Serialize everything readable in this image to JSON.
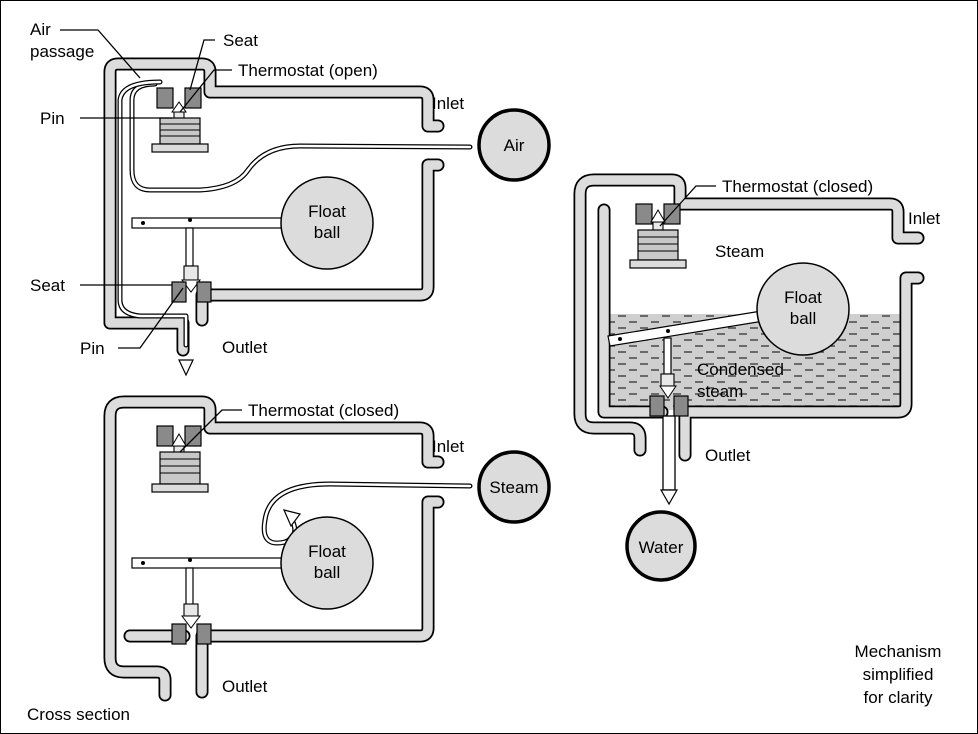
{
  "figure": {
    "caption_left": "Cross section",
    "note": [
      "Mechanism",
      "simplified",
      "for clarity"
    ]
  },
  "top_diagram": {
    "air_passage": [
      "Air",
      "passage"
    ],
    "seat_top": "Seat",
    "thermostat": "Thermostat (open)",
    "pin_top": "Pin",
    "inlet": "Inlet",
    "badge": "Air",
    "float": [
      "Float",
      "ball"
    ],
    "seat_bottom": "Seat",
    "pin_bottom": "Pin",
    "outlet": "Outlet"
  },
  "bottom_diagram": {
    "thermostat": "Thermostat (closed)",
    "inlet": "Inlet",
    "badge": "Steam",
    "float": [
      "Float",
      "ball"
    ],
    "outlet": "Outlet"
  },
  "right_diagram": {
    "thermostat": "Thermostat (closed)",
    "inlet": "Inlet",
    "steam": "Steam",
    "float": [
      "Float",
      "ball"
    ],
    "condensed": [
      "Condensed",
      "steam"
    ],
    "outlet": "Outlet",
    "badge": "Water"
  },
  "colors": {
    "wall_fill": "#dcdcdc",
    "liquid": "#cfcfcf",
    "outline": "#000000"
  }
}
